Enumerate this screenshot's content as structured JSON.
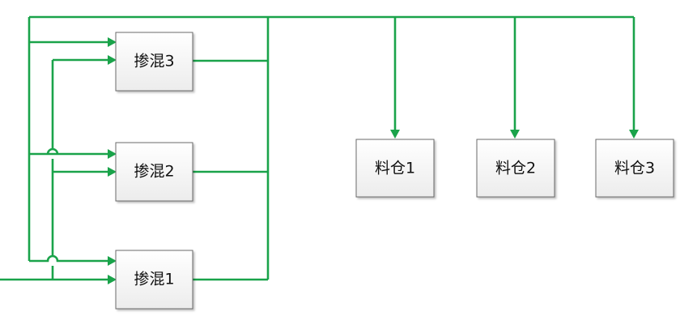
{
  "colors": {
    "line": "#1aa34a",
    "box_fill_top": "#ffffff",
    "box_fill_bottom": "#ececec",
    "box_border": "#6b6b6b",
    "text": "#111111"
  },
  "mixers": [
    {
      "id": "mixer-3",
      "label": "掺混3"
    },
    {
      "id": "mixer-2",
      "label": "掺混2"
    },
    {
      "id": "mixer-1",
      "label": "掺混1"
    }
  ],
  "bins": [
    {
      "id": "bin-1",
      "label": "料仓1"
    },
    {
      "id": "bin-2",
      "label": "料仓2"
    },
    {
      "id": "bin-3",
      "label": "料仓3"
    }
  ]
}
